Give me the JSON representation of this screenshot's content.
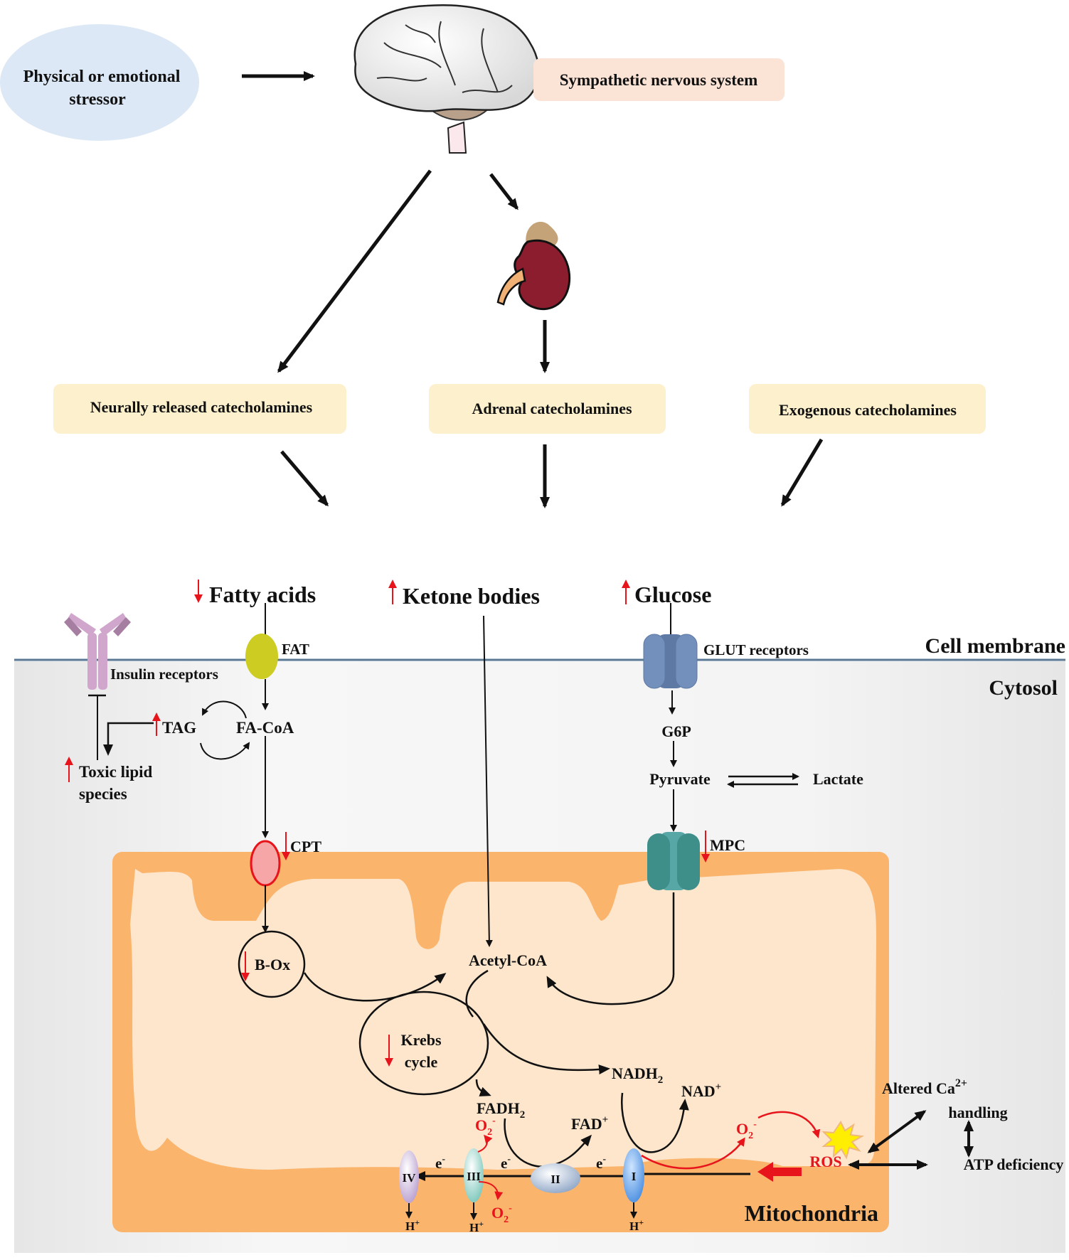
{
  "stressor": {
    "label_line1": "Physical or emotional",
    "label_line2": "stressor"
  },
  "sns": {
    "label": "Sympathetic nervous system"
  },
  "catecholamines": {
    "neural": "Neurally released catecholamines",
    "adrenal": "Adrenal catecholamines",
    "exogenous": "Exogenous catecholamines"
  },
  "substrates": {
    "fatty_acids": {
      "label": "Fatty acids",
      "trend": "down"
    },
    "ketone_bodies": {
      "label": "Ketone bodies",
      "trend": "up"
    },
    "glucose": {
      "label": "Glucose",
      "trend": "up"
    }
  },
  "compartments": {
    "cell_membrane": "Cell membrane",
    "cytosol": "Cytosol",
    "mitochondria": "Mitochondria"
  },
  "cytosol": {
    "insulin_receptors": "Insulin receptors",
    "fat": "FAT",
    "tag": "TAG",
    "fa_coa": "FA-CoA",
    "toxic_lipid_line1": "Toxic lipid",
    "toxic_lipid_line2": "species",
    "glut": "GLUT receptors",
    "g6p": "G6P",
    "pyruvate": "Pyruvate",
    "lactate": "Lactate",
    "cpt": "CPT",
    "mpc": "MPC"
  },
  "mitochondria": {
    "box": "B-Ox",
    "acetyl_coa": "Acetyl-CoA",
    "krebs_line1": "Krebs",
    "krebs_line2": "cycle",
    "nadh2": "NADH",
    "nad": "NAD",
    "fadh2": "FADH",
    "fad": "FAD",
    "superoxide": "O",
    "electron": "e",
    "proton": "H",
    "complexes": [
      "I",
      "II",
      "III",
      "IV"
    ],
    "ros": "ROS"
  },
  "outcomes": {
    "calcium_line1": "Altered Ca",
    "calcium_sup": "2+",
    "calcium_line2": "handling",
    "atp": "ATP  deficiency"
  },
  "colors": {
    "stressor_fill": "#dce8f5",
    "sns_fill": "#fbe3d6",
    "cat_fill": "#fdf0cc",
    "cytosol_fill": "#ececec",
    "membrane_line": "#5a7894",
    "mito_outer": "#fbb46c",
    "mito_inner": "#fde6cc",
    "indicator_red": "#e8141b",
    "fat_fill": "#cccc22",
    "glut_fill": "#7390bc",
    "mpc_fill": "#3e8e8a",
    "cpt_fill": "#f7a6a8"
  }
}
